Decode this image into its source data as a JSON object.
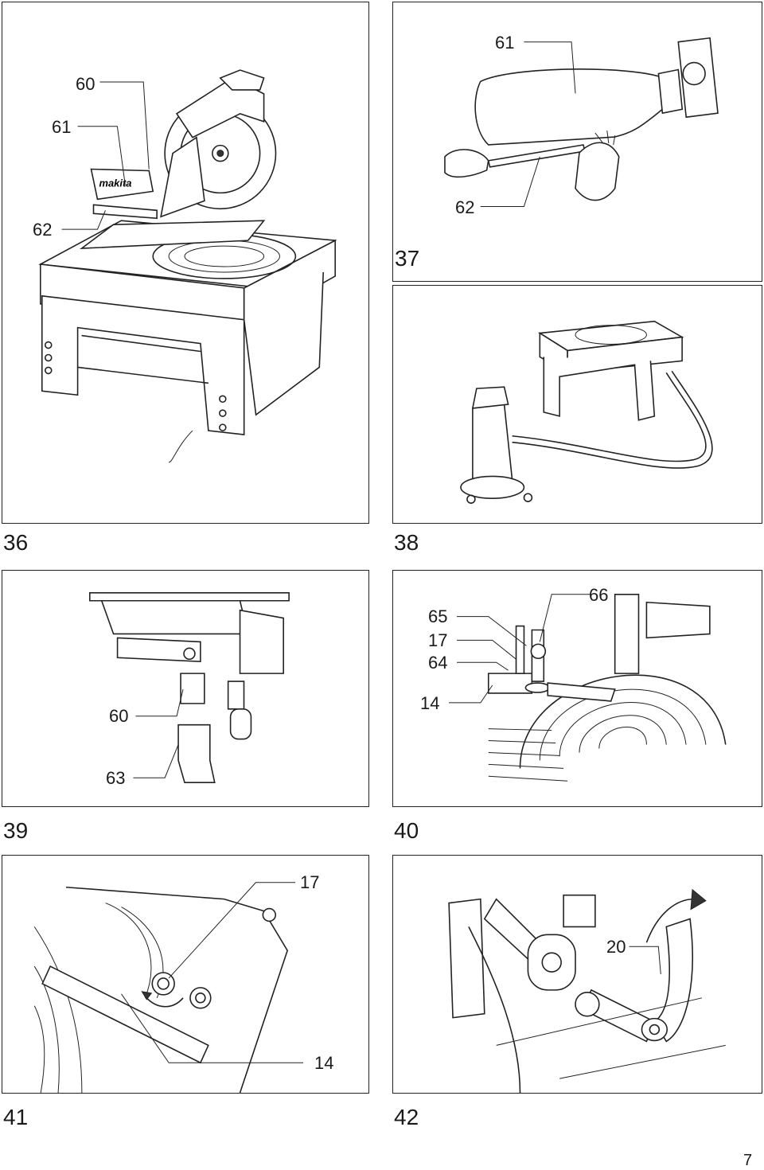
{
  "page_number": "7",
  "figures": [
    {
      "id": "36",
      "callouts": [
        "60",
        "61",
        "62"
      ],
      "brand_text": "makita"
    },
    {
      "id": "37",
      "callouts": [
        "61",
        "62"
      ]
    },
    {
      "id": "38",
      "callouts": []
    },
    {
      "id": "39",
      "callouts": [
        "60",
        "63"
      ]
    },
    {
      "id": "40",
      "callouts": [
        "65",
        "17",
        "64",
        "66",
        "14"
      ]
    },
    {
      "id": "41",
      "callouts": [
        "17",
        "14"
      ]
    },
    {
      "id": "42",
      "callouts": [
        "20"
      ]
    }
  ]
}
